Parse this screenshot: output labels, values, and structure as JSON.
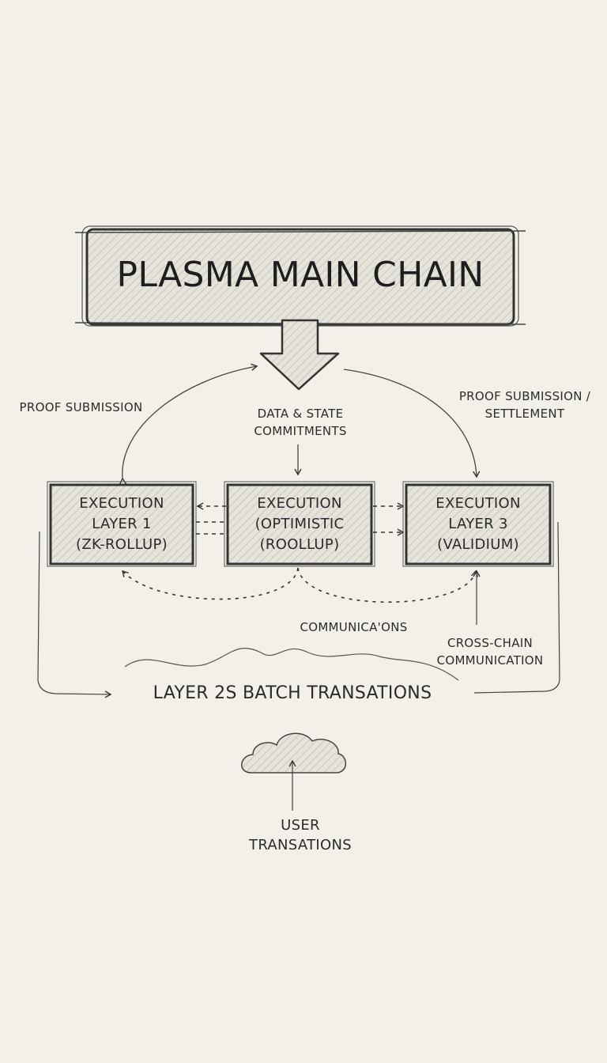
{
  "main_chain": {
    "title": "Plasma Main Chain"
  },
  "labels": {
    "proof_left": "Proof Submission",
    "data_state_1": "Data & State",
    "data_state_2": "Commitments",
    "proof_right_1": "Proof Submission /",
    "proof_right_2": "Settlement",
    "communications": "Communica'ons",
    "cross_chain_1": "Cross-Chain",
    "cross_chain_2": "Communication",
    "batch": "Layer 2s Batch Transations",
    "user_1": "User",
    "user_2": "Transations"
  },
  "layers": [
    {
      "line1": "Execution",
      "line2": "Layer 1",
      "line3": "(ZK-Rollup)"
    },
    {
      "line1": "Execution",
      "line2": "(Optimistic",
      "line3": "(Roollup)"
    },
    {
      "line1": "Execution",
      "line2": "Layer 3",
      "line3": "(Validium)"
    }
  ],
  "colors": {
    "paper": "#f2f0e8",
    "ink": "#2a2a2a",
    "hatch": "#b8b6ae"
  }
}
